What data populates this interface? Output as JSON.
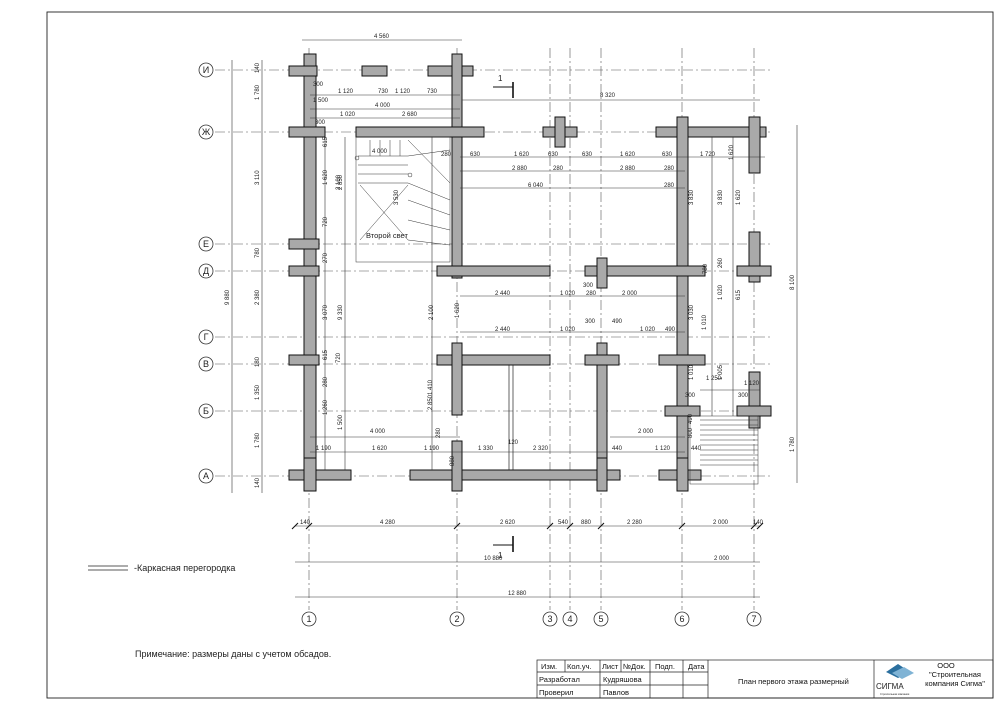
{
  "axes": {
    "columns": [
      "1",
      "2",
      "3",
      "4",
      "5",
      "6",
      "7"
    ],
    "rows": [
      "И",
      "Ж",
      "Е",
      "Д",
      "Г",
      "В",
      "Б",
      "А"
    ]
  },
  "dimensions": {
    "top_overall": "4 560",
    "top_right": "8 320",
    "bottom_row": [
      "140",
      "4 280",
      "2 620",
      "540",
      "880",
      "2 280",
      "2 000",
      "140"
    ],
    "bottom_mid": [
      "10 880",
      "2 000"
    ],
    "bottom_total": "12 880",
    "left_outer": [
      "140",
      "1 780",
      "3 110",
      "780",
      "2 380",
      "180",
      "1 350",
      "1 780",
      "140"
    ],
    "left_total": "9 880",
    "right_total": "8 100",
    "right_lower": "1 780",
    "inner": [
      "300",
      "1 120",
      "730",
      "1 120",
      "730",
      "1 500",
      "4 000",
      "1 020",
      "2 680",
      "300",
      "280",
      "630",
      "1 620",
      "630",
      "630",
      "1 620",
      "630",
      "1 720",
      "2 880",
      "280",
      "2 880",
      "280",
      "6 040",
      "280",
      "4 000",
      "2 440",
      "1 020",
      "300",
      "280",
      "2 000",
      "2 440",
      "1 020",
      "300",
      "490",
      "1 020",
      "490",
      "1 250",
      "1 120",
      "300",
      "300",
      "4 000",
      "1 190",
      "1 620",
      "1 190",
      "1 330",
      "120",
      "2 320",
      "440",
      "2 000",
      "1 120",
      "440",
      "3 530",
      "3 830",
      "3 830",
      "1 620",
      "1 620",
      "2 850",
      "3 070",
      "9 330",
      "2 100",
      "2 100",
      "3 030",
      "1 410",
      "2 850",
      "1 500",
      "1 620",
      "1 260",
      "1 010",
      "1 005",
      "1 620",
      "1 020",
      "1 010",
      "615",
      "615",
      "720",
      "270",
      "280",
      "615",
      "720",
      "280",
      "880",
      "800",
      "490",
      "260",
      "780",
      "280"
    ]
  },
  "plan": {
    "room_label": "Второй свет",
    "section_label_top": "1",
    "section_label_bottom": "1"
  },
  "legend": {
    "label": "-Каркасная перегородка"
  },
  "note": "Примечание: размеры даны с учетом обсадов.",
  "title_block": {
    "headers": [
      "Изм.",
      "Кол.уч.",
      "Лист",
      "№Док.",
      "Подп.",
      "Дата"
    ],
    "row1": [
      "Разработал",
      "Кудряшова"
    ],
    "row2": [
      "Проверил",
      "Павлов"
    ],
    "drawing_title": "План первого этажа размерный",
    "company": [
      "ООО",
      "\"Строительная",
      "компания Сигма\""
    ],
    "logo_text": "СИГМА",
    "logo_sub": "Строительная компания"
  },
  "colors": {
    "wall_fill": "#a9a9a9",
    "line": "#222222",
    "logo": "#2b6f9e"
  }
}
